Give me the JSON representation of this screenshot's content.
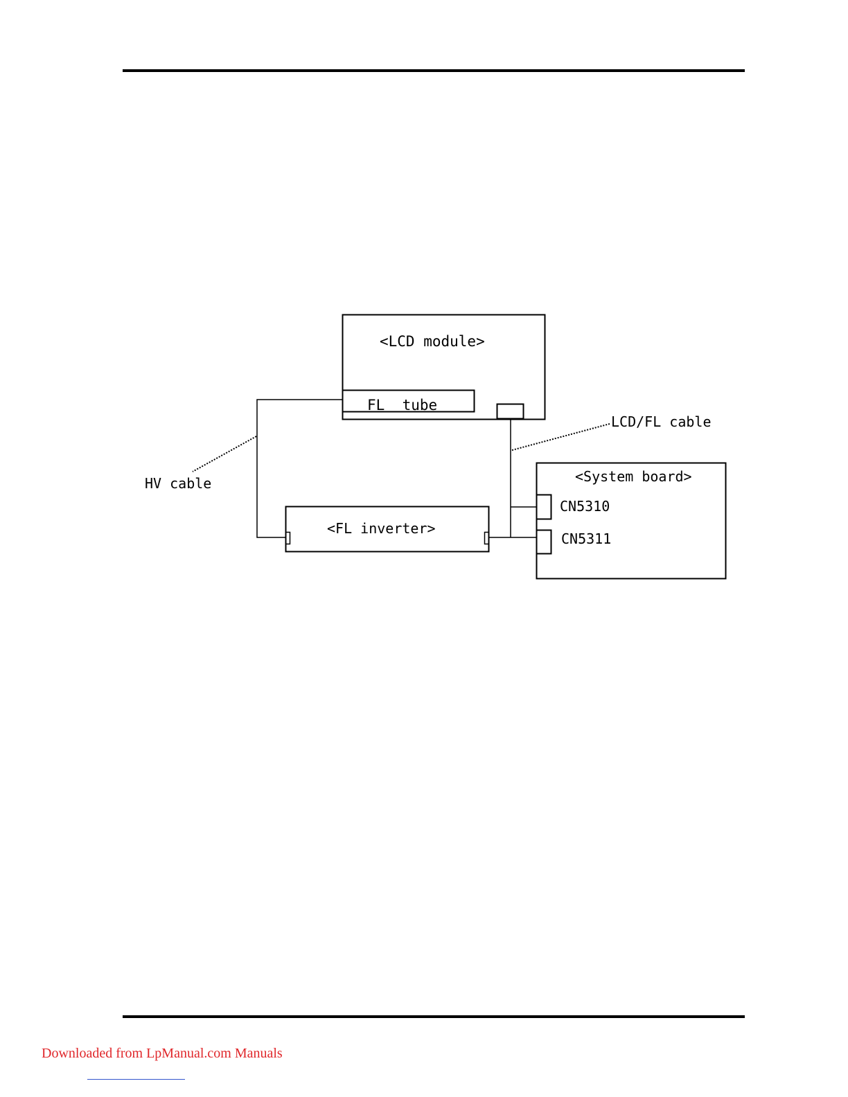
{
  "diagram": {
    "lcd_module": "<LCD module>",
    "fl_tube": "FL  tube",
    "system_board": "<System board>",
    "cn5310": "CN5310",
    "cn5311": "CN5311",
    "fl_inverter": "<FL inverter>",
    "hv_cable": "HV cable",
    "lcd_fl_cable": "LCD/FL cable"
  },
  "footer": {
    "link_text": "Downloaded from LpManual.com Manuals",
    "link_color": "#e0262a"
  }
}
